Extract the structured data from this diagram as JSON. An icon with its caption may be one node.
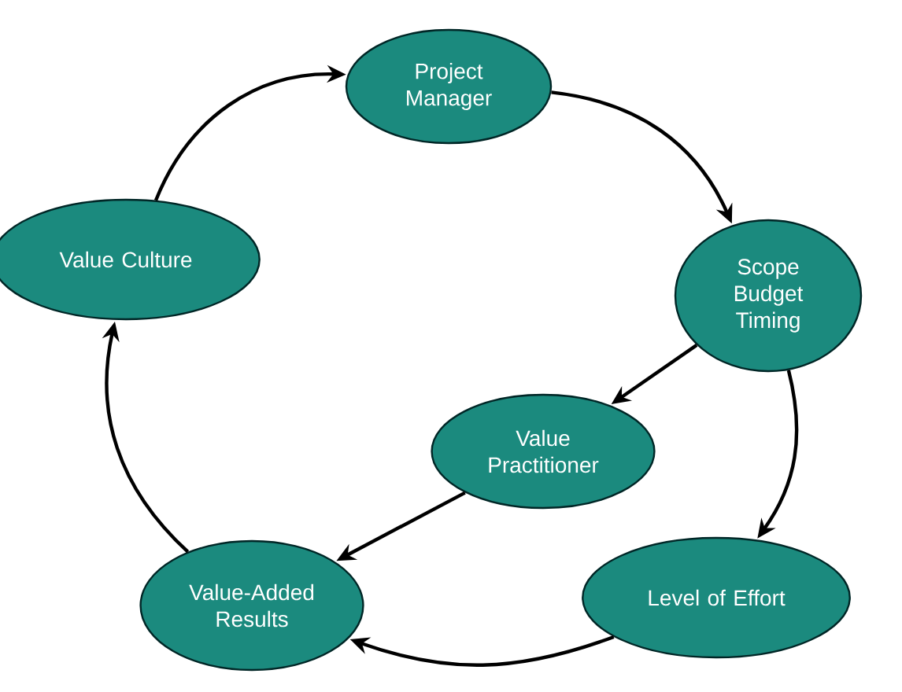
{
  "diagram": {
    "nodes": [
      {
        "text": [
          "Project Manager"
        ]
      },
      {
        "text": [
          "Value Culture"
        ]
      },
      {
        "text": [
          "Scope Budget Timing"
        ]
      },
      {
        "text": [
          "Value Practitioner"
        ]
      },
      {
        "text": [
          "Value-Added Results"
        ]
      },
      {
        "text": [
          "Level of Effort"
        ]
      }
    ],
    "edges": [
      {
        "from": 1,
        "to": 0,
        "arrow": "to"
      },
      {
        "from": 0,
        "to": 2,
        "arrow": "to"
      },
      {
        "from": 2,
        "to": 3,
        "arrow": "to"
      },
      {
        "from": 2,
        "to": 5,
        "arrow": "to"
      },
      {
        "from": 3,
        "to": 4,
        "arrow": "to"
      },
      {
        "from": 5,
        "to": 4,
        "arrow": "to"
      },
      {
        "from": 4,
        "to": 1,
        "arrow": "to"
      }
    ]
  }
}
